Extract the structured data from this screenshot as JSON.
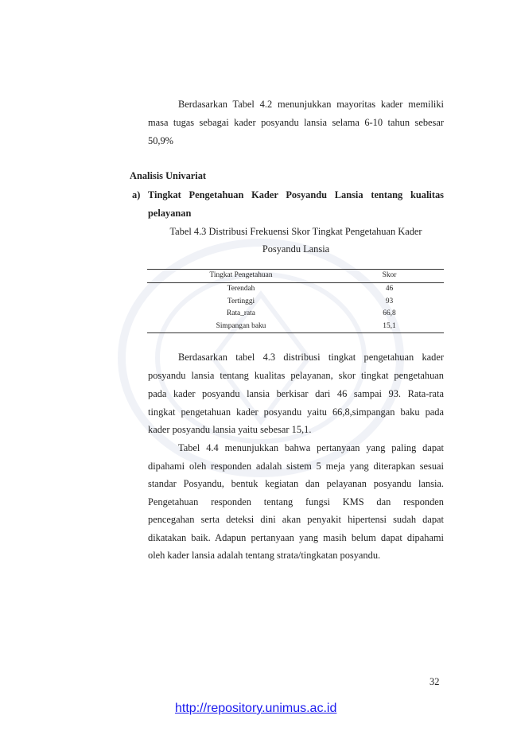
{
  "para1": {
    "lines": [
      "Berdasarkan Tabel 4.2 menunjukkan mayoritas kader memiliki",
      "masa tugas sebagai kader posyandu lansia selama 6-10 tahun sebesar",
      "50,9%"
    ]
  },
  "section_heading": "Analisis Univariat",
  "sub_heading": {
    "marker": "a)",
    "line1": "Tingkat Pengetahuan Kader Posyandu Lansia tentang kualitas",
    "line2": "pelayanan"
  },
  "table_caption": {
    "line1": "Tabel 4.3 Distribusi Frekuensi Skor Tingkat Pengetahuan Kader",
    "line2": "Posyandu Lansia"
  },
  "table": {
    "headers": [
      "Tingkat Pengetahuan",
      "Skor"
    ],
    "rows": [
      [
        "Terendah",
        "46"
      ],
      [
        "Tertinggi",
        "93"
      ],
      [
        "Rata_rata",
        "66,8"
      ],
      [
        "Simpangan baku",
        "15,1"
      ]
    ]
  },
  "para2": {
    "lines": [
      "Berdasarkan tabel 4.3 distribusi tingkat pengetahuan kader",
      "posyandu lansia tentang kualitas pelayanan, skor tingkat pengetahuan",
      "pada kader posyandu lansia berkisar dari 46 sampai 93. Rata-rata",
      "tingkat pengetahuan kader posyandu yaitu 66,8,simpangan baku pada",
      "kader posyandu lansia yaitu sebesar 15,1."
    ]
  },
  "para3": {
    "lines": [
      "Tabel 4.4 menunjukkan bahwa pertanyaan yang paling dapat",
      "dipahami oleh responden adalah sistem 5 meja yang diterapkan sesuai",
      "standar Posyandu, bentuk kegiatan dan pelayanan posyandu lansia.",
      "Pengetahuan responden tentang fungsi KMS dan responden",
      "pencegahan serta deteksi dini akan penyakit hipertensi sudah dapat",
      "dikatakan baik. Adapun pertanyaan yang masih belum dapat dipahami",
      "oleh kader lansia adalah tentang strata/tingkatan posyandu."
    ]
  },
  "page_number": "32",
  "footer_link": "http://repository.unimus.ac.id"
}
